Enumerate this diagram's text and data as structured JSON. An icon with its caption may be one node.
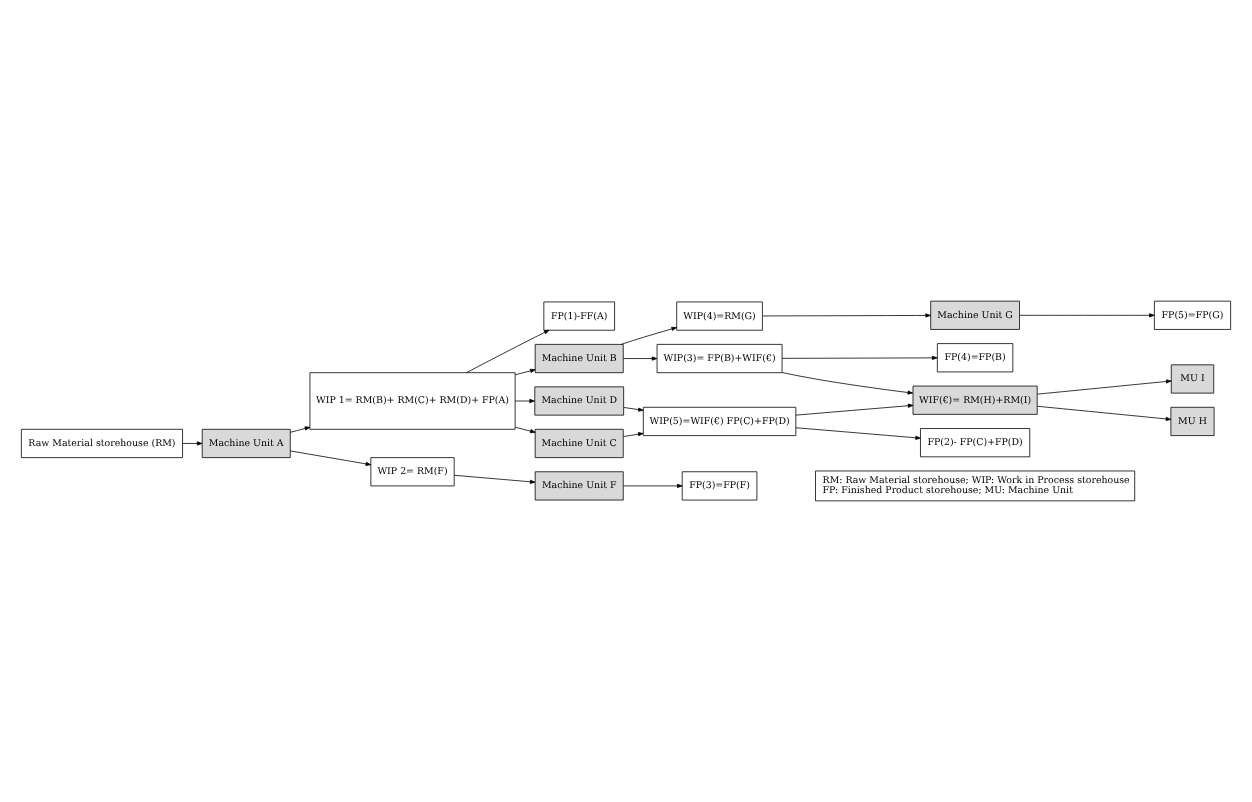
{
  "diagram": {
    "nodes": [
      {
        "text": [
          "Raw Material storehouse (RM)"
        ]
      },
      {
        "text": [
          "Machine Unit A"
        ]
      },
      {
        "text": [
          "WIP 1= RM(B)+ RM(C)+ RM(D)+ FP(A)"
        ]
      },
      {
        "text": [
          "Machine Unit B"
        ]
      },
      {
        "text": [
          "Machine Unit C"
        ]
      },
      {
        "text": [
          "Machine Unit D"
        ]
      },
      {
        "text": [
          "FP(1)-FF(A)"
        ]
      },
      {
        "text": [
          "WIP 2= RM(F)"
        ]
      },
      {
        "text": [
          "Machine Unit F"
        ]
      },
      {
        "text": [
          "WIP(3)= FP(B)+WIF(€)"
        ]
      },
      {
        "text": [
          "WIP(4)=RM(G)"
        ]
      },
      {
        "text": [
          "WIP(5)=WIF(€) FP(C)+FP(D)"
        ]
      },
      {
        "text": [
          "FP(2)- FP(C)+FP(D)"
        ]
      },
      {
        "text": [
          "FP(3)=FP(F)"
        ]
      },
      {
        "text": [
          "FP(4)=FP(B)"
        ]
      },
      {
        "text": [
          "Machine Unit G"
        ]
      },
      {
        "text": [
          "FP(5)=FP(G)"
        ]
      },
      {
        "text": [
          "WIF(€)= RM(H)+RM(I)"
        ]
      },
      {
        "text": [
          "MU I"
        ]
      },
      {
        "text": [
          "MU H"
        ]
      }
    ],
    "edges": [
      {
        "from": 0,
        "to": 1,
        "arrow": "to"
      },
      {
        "from": 1,
        "to": 2,
        "arrow": "to"
      },
      {
        "from": 1,
        "to": 7,
        "arrow": "to"
      },
      {
        "from": 2,
        "to": 3,
        "arrow": "to"
      },
      {
        "from": 2,
        "to": 4,
        "arrow": "to"
      },
      {
        "from": 2,
        "to": 5,
        "arrow": "to"
      },
      {
        "from": 2,
        "to": 6,
        "arrow": "to"
      },
      {
        "from": 7,
        "to": 8,
        "arrow": "to"
      },
      {
        "from": 3,
        "to": 9,
        "arrow": "to"
      },
      {
        "from": 3,
        "to": 10,
        "arrow": "to"
      },
      {
        "from": 4,
        "to": 11,
        "arrow": "to"
      },
      {
        "from": 5,
        "to": 11,
        "arrow": "to"
      },
      {
        "from": 11,
        "to": 12,
        "arrow": "to"
      },
      {
        "from": 8,
        "to": 13,
        "arrow": "to"
      },
      {
        "from": 9,
        "to": 14,
        "arrow": "to"
      },
      {
        "from": 10,
        "to": 15,
        "arrow": "to"
      },
      {
        "from": 15,
        "to": 16,
        "arrow": "to"
      },
      {
        "from": 9,
        "to": 17,
        "arrow": "to"
      },
      {
        "from": 11,
        "to": 17,
        "arrow": "to"
      },
      {
        "from": 17,
        "to": 18,
        "arrow": "to"
      },
      {
        "from": 17,
        "to": 19,
        "arrow": "to"
      }
    ],
    "labels": [
      "RM: Raw Material storehouse; WIP: Work in Process storehouse",
      "FP: Finished Product storehouse; MU: Machine Unit"
    ]
  }
}
